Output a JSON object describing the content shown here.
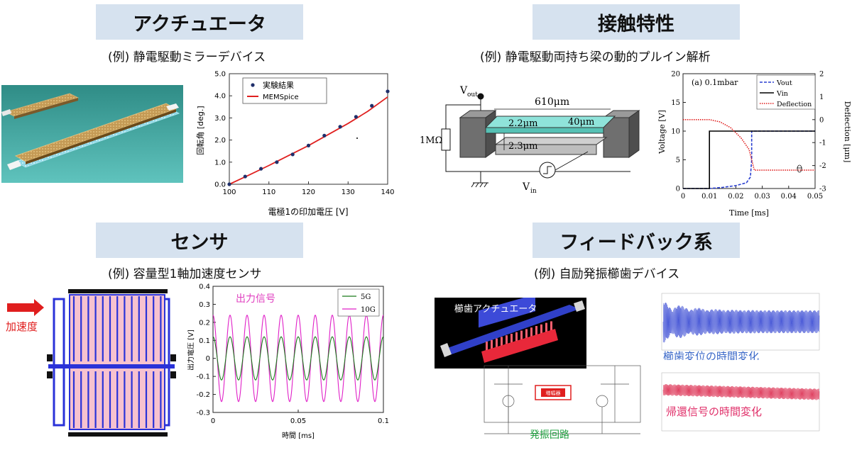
{
  "sections": {
    "actuator": {
      "title": "アクチュエータ",
      "example": "(例) 静電駆動ミラーデバイス"
    },
    "contact": {
      "title": "接触特性",
      "example": "(例) 静電駆動両持ち梁の動的プルイン解析"
    },
    "sensor": {
      "title": "センサ",
      "example": "(例) 容量型1軸加速度センサ"
    },
    "feedback": {
      "title": "フィードバック系",
      "example": "(例) 自励発振櫛歯デバイス"
    }
  },
  "chart1": {
    "ylabel": "回転角 [deg.]",
    "xlabel": "電極1の印加電圧 [V]",
    "xticks": [
      "100",
      "110",
      "120",
      "130",
      "140"
    ],
    "yticks": [
      "0.0",
      "1.0",
      "2.0",
      "3.0",
      "4.0",
      "5.0"
    ],
    "legend": [
      "実験結果",
      "MEMSpice"
    ]
  },
  "chart2": {
    "annotation": "(a) 0.1mbar",
    "ylabel_left": "Voltage [V]",
    "ylabel_right": "Deflection [μm]",
    "xlabel": "Time [ms]",
    "xticks": [
      "0",
      "0.01",
      "0.02",
      "0.03",
      "0.04",
      "0.05"
    ],
    "yticks_left": [
      "0",
      "5",
      "10",
      "15",
      "20"
    ],
    "yticks_right": [
      "-3",
      "-2",
      "-1",
      "0",
      "1",
      "2"
    ],
    "legend": [
      "Vout",
      "Vin",
      "Deflection"
    ]
  },
  "chart3": {
    "annotation": "出力信号",
    "ylabel": "出力電圧 [V]",
    "xlabel": "時間 [ms]",
    "xticks": [
      "0",
      "0.05",
      "0.1"
    ],
    "yticks": [
      "0.4",
      "0.3",
      "0.2",
      "0.1",
      "0",
      "-0.1",
      "-0.2",
      "-0.3"
    ],
    "legend": [
      "5G",
      "10G"
    ]
  },
  "beam": {
    "vout": "V",
    "vout_sub": "out",
    "vin": "V",
    "vin_sub": "in",
    "resistor": "1MΩ",
    "length": "610μm",
    "gap": "2.2μm",
    "width": "40μm",
    "thickness": "2.3μm"
  },
  "sensor_fig": {
    "accel_label": "加速度"
  },
  "comb": {
    "actuator_label": "櫛歯アクチュエータ",
    "osc_label": "発振回路",
    "disp_caption": "櫛歯変位の時間変化",
    "fb_caption": "帰還信号の時間変化",
    "amp_label": "増幅器"
  },
  "chart_data": [
    {
      "type": "scatter",
      "xlabel": "電極1の印加電圧 [V]",
      "ylabel": "回転角 [deg.]",
      "xlim": [
        100,
        140
      ],
      "ylim": [
        0,
        5
      ],
      "series": [
        {
          "name": "実験結果",
          "x": [
            100,
            104,
            108,
            112,
            116,
            120,
            124,
            128,
            132,
            136,
            140
          ],
          "y": [
            0.0,
            0.35,
            0.7,
            1.0,
            1.35,
            1.75,
            2.2,
            2.6,
            3.05,
            3.55,
            4.2
          ]
        },
        {
          "name": "MEMSpice",
          "x": [
            100,
            105,
            110,
            115,
            120,
            125,
            130,
            135,
            140
          ],
          "y": [
            0.0,
            0.42,
            0.85,
            1.3,
            1.75,
            2.25,
            2.75,
            3.3,
            3.95
          ]
        }
      ]
    },
    {
      "type": "line",
      "xlabel": "Time [ms]",
      "ylabel": "Voltage [V]",
      "ylabel_right": "Deflection [μm]",
      "xlim": [
        0,
        0.05
      ],
      "ylim": [
        0,
        20
      ],
      "ylim_right": [
        -3,
        2
      ],
      "series": [
        {
          "name": "Vout",
          "x": [
            0,
            0.01,
            0.015,
            0.02,
            0.024,
            0.0255,
            0.026,
            0.026,
            0.05
          ],
          "y": [
            0,
            0,
            0.2,
            0.5,
            1.0,
            2.0,
            5.0,
            10,
            10
          ]
        },
        {
          "name": "Vin",
          "x": [
            0,
            0.01,
            0.01,
            0.05
          ],
          "y": [
            0,
            0,
            10,
            10
          ]
        },
        {
          "name": "Deflection",
          "axis": "right",
          "x": [
            0,
            0.01,
            0.014,
            0.018,
            0.022,
            0.025,
            0.027,
            0.05
          ],
          "y": [
            0,
            0,
            -0.1,
            -0.35,
            -0.8,
            -1.3,
            -2.2,
            -2.2
          ]
        }
      ]
    },
    {
      "type": "line",
      "xlabel": "時間 [ms]",
      "ylabel": "出力電圧 [V]",
      "xlim": [
        0,
        0.1
      ],
      "ylim": [
        -0.3,
        0.4
      ],
      "series": [
        {
          "name": "5G",
          "frequency_khz": 100,
          "amplitude": 0.12,
          "offset": 0.0
        },
        {
          "name": "10G",
          "frequency_khz": 100,
          "amplitude": 0.24,
          "offset": 0.0
        }
      ]
    }
  ]
}
